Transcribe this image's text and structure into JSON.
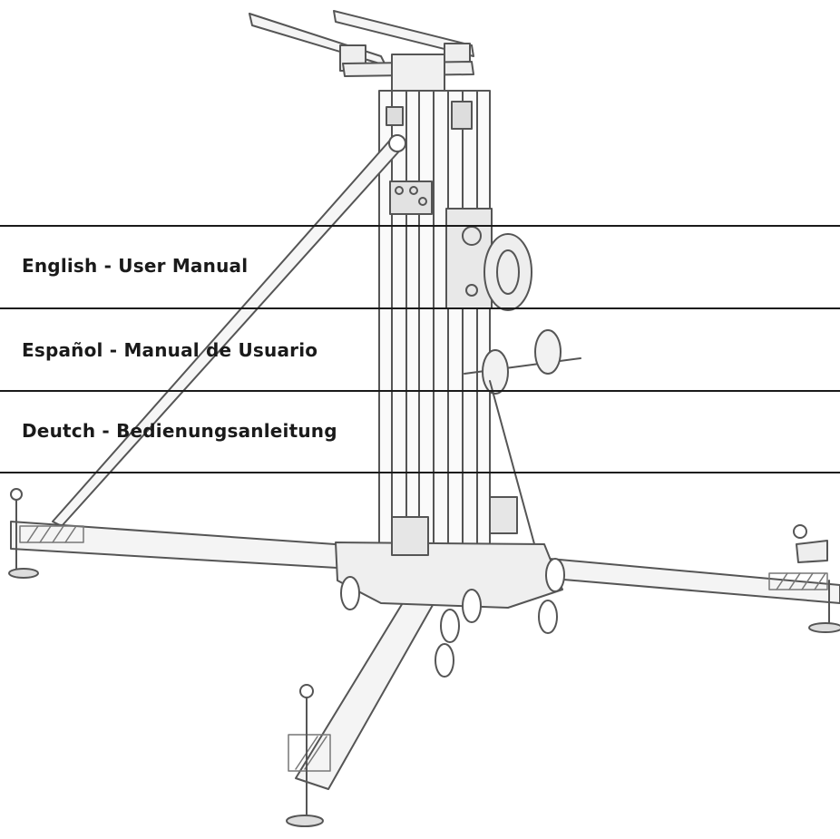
{
  "manual_links": [
    {
      "label": "English - User Manual"
    },
    {
      "label": "Español - Manual de Usuario"
    },
    {
      "label": "Deutch - Bedienungsanleitung"
    }
  ],
  "illustration": {
    "subject": "lift-tower-icon"
  },
  "colors": {
    "line": "#1a1a1a",
    "sketch": "#555555",
    "text": "#1a1a1a"
  }
}
